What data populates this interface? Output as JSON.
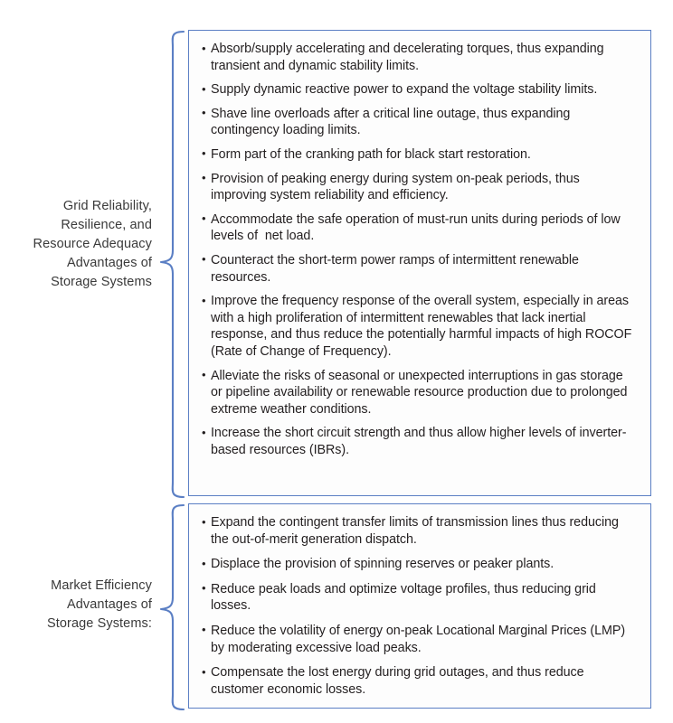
{
  "figure": {
    "background_color": "#ffffff",
    "accent_color": "#5b7fc4",
    "text_color": "#231f20"
  },
  "groups": [
    {
      "label": "Grid Reliability,\nResilience, and\nResource Adequacy\nAdvantages of\nStorage Systems",
      "bullets": [
        "Absorb/supply accelerating and decelerating torques, thus expanding transient and dynamic stability limits.",
        "Supply dynamic reactive power to expand the voltage stability limits.",
        "Shave line overloads after a critical line outage, thus expanding contingency loading limits.",
        "Form part of the cranking path for black start restoration.",
        "Provision of peaking energy during system on-peak periods, thus improving system reliability and efficiency.",
        "Accommodate the safe operation of must-run units during periods of low levels of  net load.",
        "Counteract the short-term power ramps of intermittent renewable resources.",
        "Improve the frequency response of the overall system, especially in areas with a high proliferation of intermittent renewables that lack inertial response, and thus reduce the potentially harmful impacts of high ROCOF (Rate of Change of Frequency).",
        "Alleviate the risks of seasonal or unexpected interruptions in gas storage or pipeline availability or renewable resource production due to prolonged extreme weather conditions.",
        "Increase the short circuit strength and thus allow higher levels of inverter-based resources (IBRs)."
      ]
    },
    {
      "label": "Market Efficiency\nAdvantages of\nStorage Systems:",
      "bullets": [
        "Expand the contingent transfer limits of transmission lines thus reducing the out-of-merit generation dispatch.",
        "Displace the provision of spinning reserves or peaker plants.",
        "Reduce peak loads and optimize voltage profiles, thus reducing grid losses.",
        "Reduce the volatility of energy on-peak Locational Marginal Prices (LMP) by moderating excessive load peaks.",
        "Compensate the lost energy during grid outages, and thus reduce customer economic losses."
      ]
    }
  ]
}
